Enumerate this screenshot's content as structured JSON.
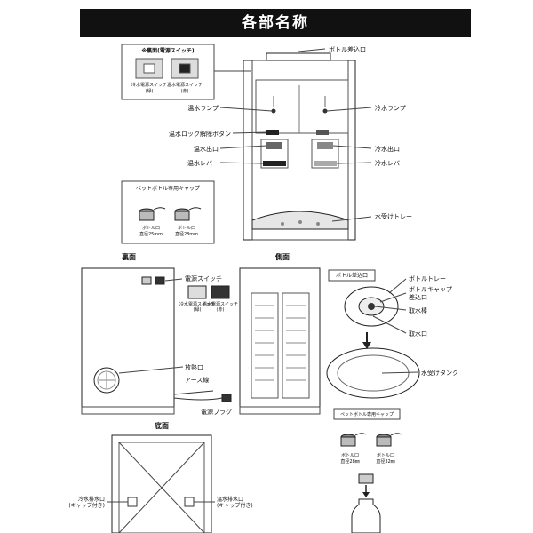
{
  "title": "各部名称",
  "front": {
    "labels": {
      "bottle_inlet": "ボトル差込口",
      "hot_lamp": "温水ランプ",
      "cold_lamp": "冷水ランプ",
      "hot_lock_button": "温水ロック解除ボタン",
      "hot_outlet": "温水出口",
      "cold_outlet": "冷水出口",
      "hot_lever": "温水レバー",
      "cold_lever": "冷水レバー",
      "drip_tray": "水受けトレー"
    },
    "back_switch_box": {
      "title": "※裏面(電源スイッチ)",
      "cold_switch": "冷水電源スイッチ",
      "cold_switch_color": "(緑)",
      "hot_switch": "温水電源スイッチ",
      "hot_switch_color": "(赤)"
    },
    "pet_cap_box": {
      "title": "ペットボトル専用キャップ",
      "cap1_a": "ボトル口",
      "cap1_b": "直径25mm",
      "cap2_a": "ボトル口",
      "cap2_b": "直径28mm"
    }
  },
  "back": {
    "heading": "裏面",
    "power_switch": "電源スイッチ",
    "cold_switch": "冷水電源スイッチ",
    "cold_switch_color": "(緑)",
    "hot_switch": "温水電源スイッチ",
    "hot_switch_color": "(赤)",
    "vent": "放熱口",
    "earth": "アース線",
    "plug": "電源プラグ"
  },
  "side": {
    "heading": "側面"
  },
  "bottle_inlet_detail": {
    "title": "ボトル差込口",
    "bottle_tray": "ボトルトレー",
    "bottle_cap_inlet_a": "ボトルキャップ",
    "bottle_cap_inlet_b": "差込口",
    "water_rod": "取水棒",
    "water_hole": "取水口",
    "water_tank": "水受けタンク"
  },
  "bottom": {
    "heading": "底面",
    "cold_drain_a": "冷水排水口",
    "cold_drain_b": "(キャップ付き)",
    "hot_drain_a": "温水排水口",
    "hot_drain_b": "(キャップ付き)"
  },
  "pet_cap_box2": {
    "title": "ペットボトル専用キャップ",
    "cap1_a": "ボトル口",
    "cap1_b": "直径28㎜",
    "cap2_a": "ボトル口",
    "cap2_b": "直径32㎜"
  }
}
